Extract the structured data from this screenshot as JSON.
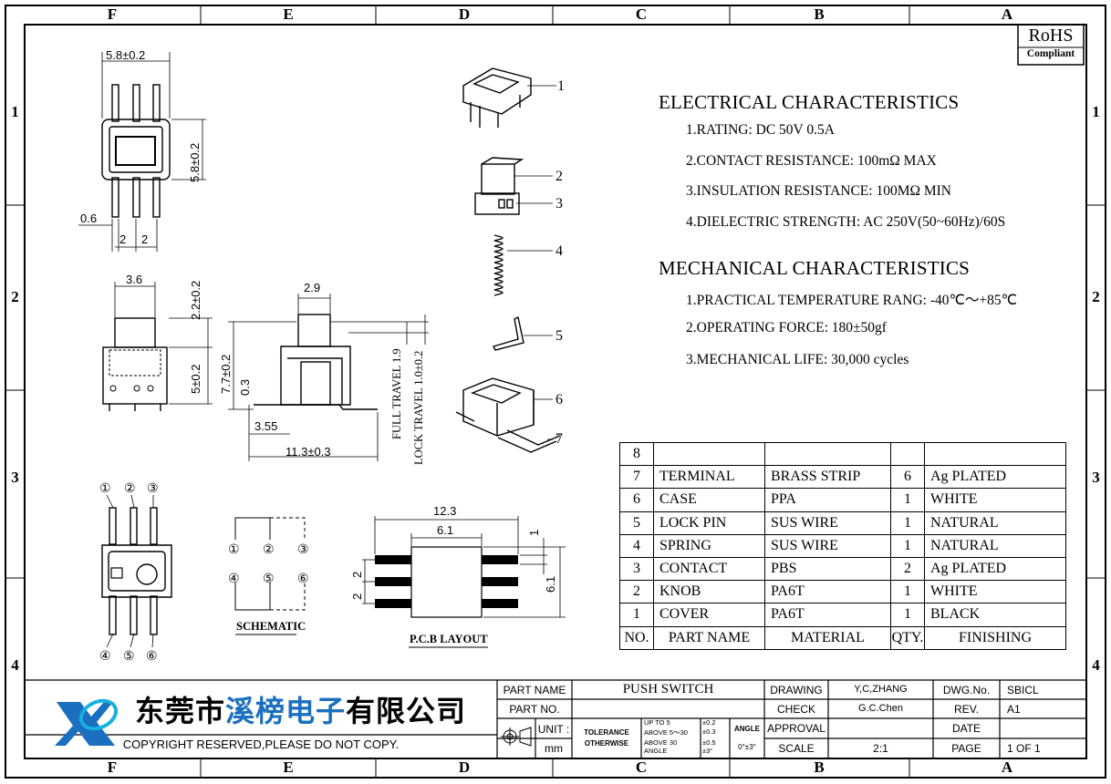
{
  "zones": {
    "columns": [
      "F",
      "E",
      "D",
      "C",
      "B",
      "A"
    ],
    "rows": [
      "1",
      "2",
      "3",
      "4"
    ]
  },
  "badge": {
    "top": "RoHS",
    "bottom": "Compliant"
  },
  "electrical": {
    "title": "ELECTRICAL CHARACTERISTICS",
    "items": [
      "1.RATING: DC 50V 0.5A",
      "2.CONTACT RESISTANCE: 100mΩ MAX",
      "3.INSULATION RESISTANCE: 100MΩ MIN",
      "4.DIELECTRIC STRENGTH: AC 250V(50~60Hz)/60S"
    ]
  },
  "mechanical": {
    "title": "MECHANICAL CHARACTERISTICS",
    "items": [
      "1.PRACTICAL TEMPERATURE RANG: -40℃～+85℃",
      "2.OPERATING FORCE: 180±50gf",
      "3.MECHANICAL LIFE: 30,000 cycles"
    ]
  },
  "bom": {
    "headers": [
      "NO.",
      "PART NAME",
      "MATERIAL",
      "QTY.",
      "FINISHING"
    ],
    "rows": [
      {
        "no": "8",
        "name": "",
        "material": "",
        "qty": "",
        "finish": ""
      },
      {
        "no": "7",
        "name": "TERMINAL",
        "material": "BRASS STRIP",
        "qty": "6",
        "finish": "Ag PLATED"
      },
      {
        "no": "6",
        "name": "CASE",
        "material": "PPA",
        "qty": "1",
        "finish": "WHITE"
      },
      {
        "no": "5",
        "name": "LOCK PIN",
        "material": "SUS WIRE",
        "qty": "1",
        "finish": "NATURAL"
      },
      {
        "no": "4",
        "name": "SPRING",
        "material": "SUS WIRE",
        "qty": "1",
        "finish": "NATURAL"
      },
      {
        "no": "3",
        "name": "CONTACT",
        "material": "PBS",
        "qty": "2",
        "finish": "Ag PLATED"
      },
      {
        "no": "2",
        "name": "KNOB",
        "material": "PA6T",
        "qty": "1",
        "finish": "WHITE"
      },
      {
        "no": "1",
        "name": "COVER",
        "material": "PA6T",
        "qty": "1",
        "finish": "BLACK"
      }
    ]
  },
  "dims": {
    "w58": "5.8±0.2",
    "h58": "5.8±0.2",
    "p06": "0.6",
    "p2a": "2",
    "p2b": "2",
    "w36": "3.6",
    "h22": "2.2±0.2",
    "h5": "5±0.2",
    "w29": "2.9",
    "h77": "7.7±0.2",
    "h03": "0.3",
    "w355": "3.55",
    "w113": "11.3±0.3",
    "full": "FULL TRAVEL 1.9",
    "lock": "LOCK TRAVEL 1.0±0.2",
    "w123": "12.3",
    "w61": "6.1",
    "h61": "6.1",
    "p1": "1",
    "p2c": "2",
    "p2d": "2"
  },
  "callouts": [
    "1",
    "2",
    "3",
    "4",
    "5",
    "6",
    "7"
  ],
  "pins": {
    "top": [
      "①",
      "②",
      "③"
    ],
    "bottom": [
      "④",
      "⑤",
      "⑥"
    ]
  },
  "labels": {
    "schematic": "SCHEMATIC",
    "pcb": "P.C.B LAYOUT"
  },
  "company": {
    "name": "东莞市溪榜电子有限公司",
    "copyright": "COPYRIGHT RESERVED,PLEASE DO NOT COPY."
  },
  "titleblock": {
    "part_name_label": "PART NAME",
    "part_name": "PUSH SWITCH",
    "part_no_label": "PART NO.",
    "part_no": "",
    "unit_label": "UNIT :",
    "unit": "mm",
    "tolerance": "TOLERANCE",
    "otherwise": "OTHERWISE",
    "tol_r1": "UP TO 5",
    "tol_v1": "±0.2",
    "tol_r2": "ABOVE 5～30",
    "tol_v2": "±0.3",
    "tol_r3": "ABOVE 30",
    "tol_v3": "±0.5",
    "tol_r4": "ANGLE",
    "tol_v4": "±3°",
    "angle_label": "ANGLE",
    "angle_val": "0°±3°",
    "drawing_label": "DRAWING",
    "drawing": "Y,C,ZHANG",
    "check_label": "CHECK",
    "check": "G.C.Chen",
    "approval_label": "APPROVAL",
    "approval": "",
    "scale_label": "SCALE",
    "scale": "2:1",
    "dwg_label": "DWG.No.",
    "dwg": "SBICL",
    "rev_label": "REV.",
    "rev": "A1",
    "date_label": "DATE",
    "date": "",
    "page_label": "PAGE",
    "page": "1 OF 1"
  }
}
